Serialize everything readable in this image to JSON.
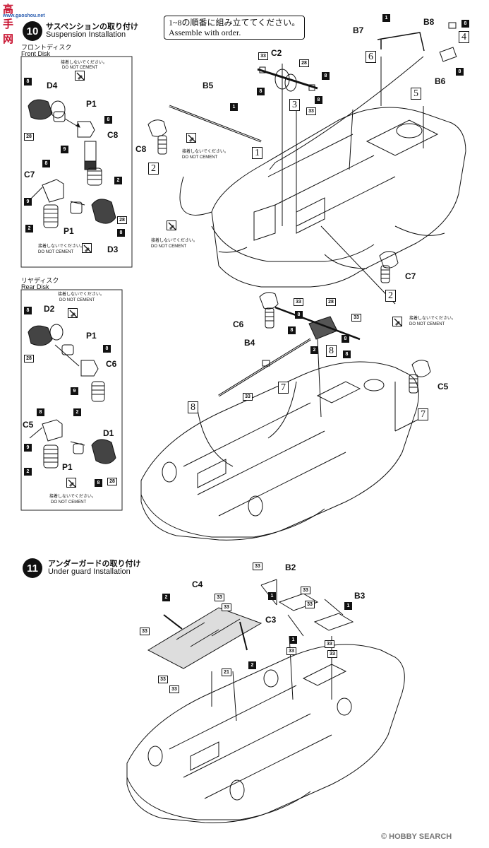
{
  "logo": {
    "text": "高手网",
    "sub": "www.gaoshou.net"
  },
  "note": {
    "line1": "1~8の順番に組み立ててください。",
    "line2": "Assemble with order."
  },
  "step10": {
    "number": "10",
    "title_jp": "サスペンションの取り付け",
    "title_en": "Suspension Installation",
    "front": {
      "jp": "フロントディスク",
      "en": "Front Disk"
    },
    "rear": {
      "jp": "リヤディスク",
      "en": "Rear Disk"
    }
  },
  "step11": {
    "number": "11",
    "title_jp": "アンダーガードの取り付け",
    "title_en": "Under guard Installation"
  },
  "nocement": {
    "jp": "接着しないでください。",
    "en": "DO NOT CEMENT"
  },
  "parts": {
    "D4": "D4",
    "P1": "P1",
    "C8": "C8",
    "C7": "C7",
    "D3": "D3",
    "D2": "D2",
    "C6": "C6",
    "C5": "C5",
    "D1": "D1",
    "B5": "B5",
    "B7": "B7",
    "B8": "B8",
    "C2": "C2",
    "B6": "B6",
    "B4": "B4",
    "B2": "B2",
    "B3": "B3",
    "C3": "C3",
    "C4": "C4"
  },
  "badges": {
    "n1": "1",
    "n2": "2",
    "n8": "8",
    "n9": "9",
    "n21": "21",
    "n28": "28",
    "n33": "33"
  },
  "sequence": {
    "s1": "1",
    "s2": "2",
    "s3": "3",
    "s4": "4",
    "s5": "5",
    "s6": "6",
    "s7": "7",
    "s8": "8"
  },
  "watermark": {
    "copyright": "© ",
    "brand": "HOBBY SEARCH"
  }
}
